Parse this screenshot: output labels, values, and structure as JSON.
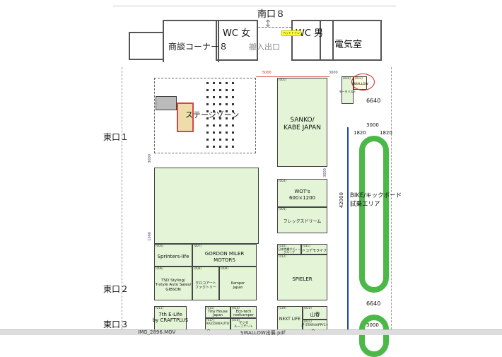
{
  "map": {
    "south_gate": "南口８",
    "wc_female": "WC 女",
    "wc_male": "WC 男",
    "electric_room": "電気室",
    "meeting_corner": "商談コーナー８",
    "loading_gate": "搬入出口",
    "pet_toilet": "ペットトイレ",
    "east_gate_1": "東口１",
    "east_gate_2": "東口２",
    "east_gate_3": "東口３",
    "stage_zone": "ステージゾーン",
    "bike_area": "BIKE/キックボード\n試乗エリア",
    "dimensions": {
      "d5000": "5000",
      "d3000_top": "3000",
      "d3000_left": "3000",
      "d3000_mid": "3000",
      "d1000": "1000",
      "d42000": "42000",
      "d6640_top": "6640",
      "d3000_track": "3000",
      "d1820_l": "1820",
      "d1820_r": "1820",
      "d6640_bot": "6640",
      "d3000_bot": "3000"
    },
    "booths": [
      {
        "no": "(001)",
        "name": "SANKO/\nKABE JAPAN"
      },
      {
        "no": "(003)",
        "name": "WOT's\n600×1200"
      },
      {
        "no": "(004)",
        "name": "フレックスドリーム"
      },
      {
        "no": "(010)",
        "name": "日本特種ボディー\nグループ"
      },
      {
        "no": "(011)",
        "name": "ドコデモライフ"
      },
      {
        "no": "(012)",
        "name": "SPIELER"
      },
      {
        "no": "(005)",
        "name": "Sprinters-life"
      },
      {
        "no": "(007)",
        "name": "GORDON MILER\nMOTORS"
      },
      {
        "no": "(006)",
        "name": "TSD Styling/\nT-style Auto Sales/\nGIBSON"
      },
      {
        "no": "(008)",
        "name": "クロコアート\nファクトリー"
      },
      {
        "no": "(009)",
        "name": "Kamper\nJapan"
      },
      {
        "no": "(013)",
        "name": "7th E-Life\nby CRAFTPLUS"
      },
      {
        "no": "(015)",
        "name": "Tiny House\nJapan"
      },
      {
        "no": "(016)",
        "name": "Eco-tech\nroofcamper"
      },
      {
        "no": "(017)",
        "name": "KAZZUKIAUTO"
      },
      {
        "no": "(018)",
        "name": "マツダ\nルーフテント"
      },
      {
        "no": "(019)",
        "name": "NEXT LIFE"
      },
      {
        "no": "(020)",
        "name": "山春"
      },
      {
        "no": "(021)",
        "name": "JP STARHAPPY1+"
      },
      {
        "no": "(034)",
        "name": "モータリスト"
      },
      {
        "no": "(033)",
        "name": "SWALLOW"
      }
    ]
  },
  "downloads": [
    {
      "name": "IMG_2896.MOV"
    },
    {
      "name": "SWALLOW出展.pdf"
    }
  ],
  "colors": {
    "booth": "#e3f5d6",
    "track": "#4cb848",
    "highlight": "#d22"
  }
}
